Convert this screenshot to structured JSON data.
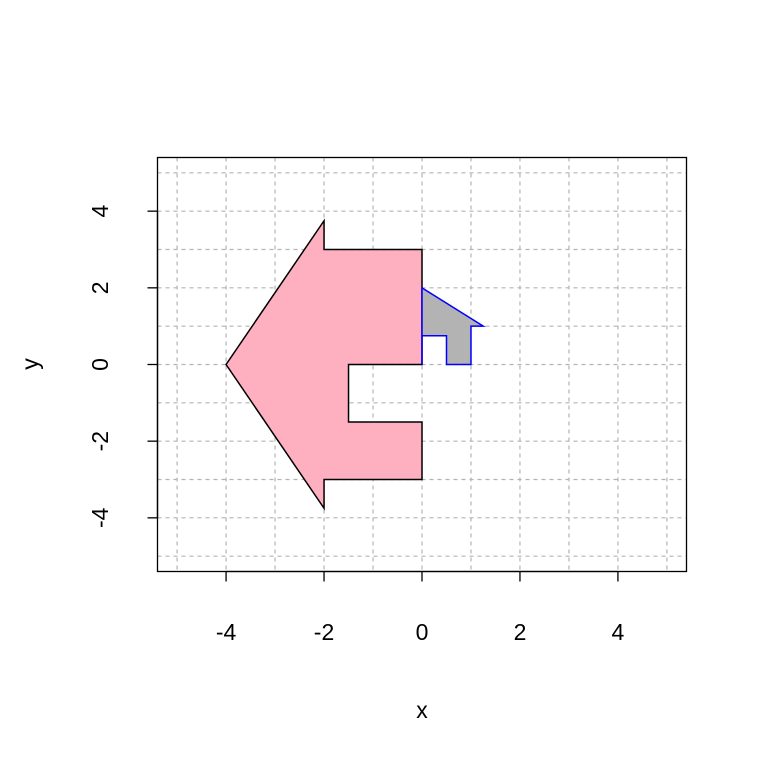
{
  "chart_data": {
    "type": "polygon",
    "xlabel": "x",
    "ylabel": "y",
    "xlim": [
      -5.4,
      5.4
    ],
    "ylim": [
      -5.4,
      5.4
    ],
    "x_ticks": [
      -4,
      -2,
      0,
      2,
      4
    ],
    "y_ticks": [
      -4,
      -2,
      0,
      2,
      4
    ],
    "grid": true,
    "grid_positions": [
      -5,
      -4,
      -3,
      -2,
      -1,
      0,
      1,
      2,
      3,
      4,
      5
    ],
    "grid_color": "#b3b3b3",
    "shapes": [
      {
        "fill": "#ffb0c0",
        "stroke": "#000000",
        "points": [
          [
            0,
            0
          ],
          [
            -1.5,
            0
          ],
          [
            -1.5,
            -1.5
          ],
          [
            0,
            -1.5
          ],
          [
            0,
            -3
          ],
          [
            -2,
            -3
          ],
          [
            -2,
            -3.75
          ],
          [
            -4,
            0
          ],
          [
            -2,
            3.75
          ],
          [
            -2,
            3
          ],
          [
            0,
            3
          ]
        ]
      },
      {
        "fill": "#b3b3b3",
        "stroke": "#0000ff",
        "points": [
          [
            0,
            0
          ],
          [
            0,
            0.75
          ],
          [
            0.5,
            0.75
          ],
          [
            0.5,
            0
          ],
          [
            1,
            0
          ],
          [
            1,
            1
          ],
          [
            1.25,
            1
          ],
          [
            0,
            2
          ]
        ]
      }
    ]
  }
}
